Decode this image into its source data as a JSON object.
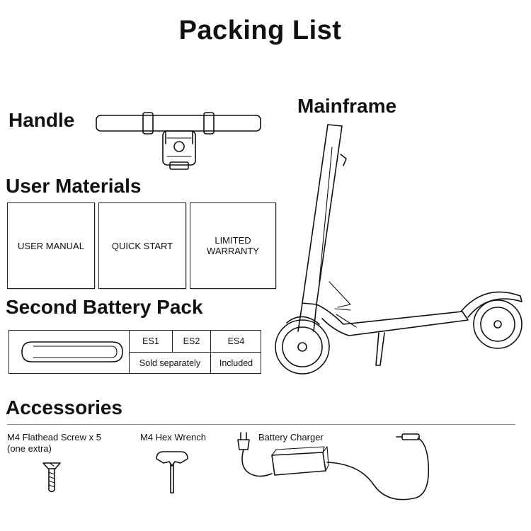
{
  "title": "Packing List",
  "sections": {
    "handle": "Handle",
    "mainframe": "Mainframe",
    "user_materials": "User Materials",
    "battery": "Second Battery Pack",
    "accessories": "Accessories"
  },
  "user_materials": {
    "manual": "USER MANUAL",
    "quick_start": "QUICK START",
    "warranty_line1": "LIMITED",
    "warranty_line2": "WARRANTY"
  },
  "battery_table": {
    "models": [
      "ES1",
      "ES2",
      "ES4"
    ],
    "sold_separately": "Sold separately",
    "included": "Included"
  },
  "accessories": {
    "screw_label": "M4 Flathead Screw x 5",
    "screw_note": "(one extra)",
    "wrench_label": "M4 Hex Wrench",
    "charger_label": "Battery Charger"
  },
  "icons": [
    "handlebar-icon",
    "scooter-icon",
    "battery-pack-icon",
    "screw-icon",
    "hex-wrench-icon",
    "battery-charger-icon"
  ]
}
